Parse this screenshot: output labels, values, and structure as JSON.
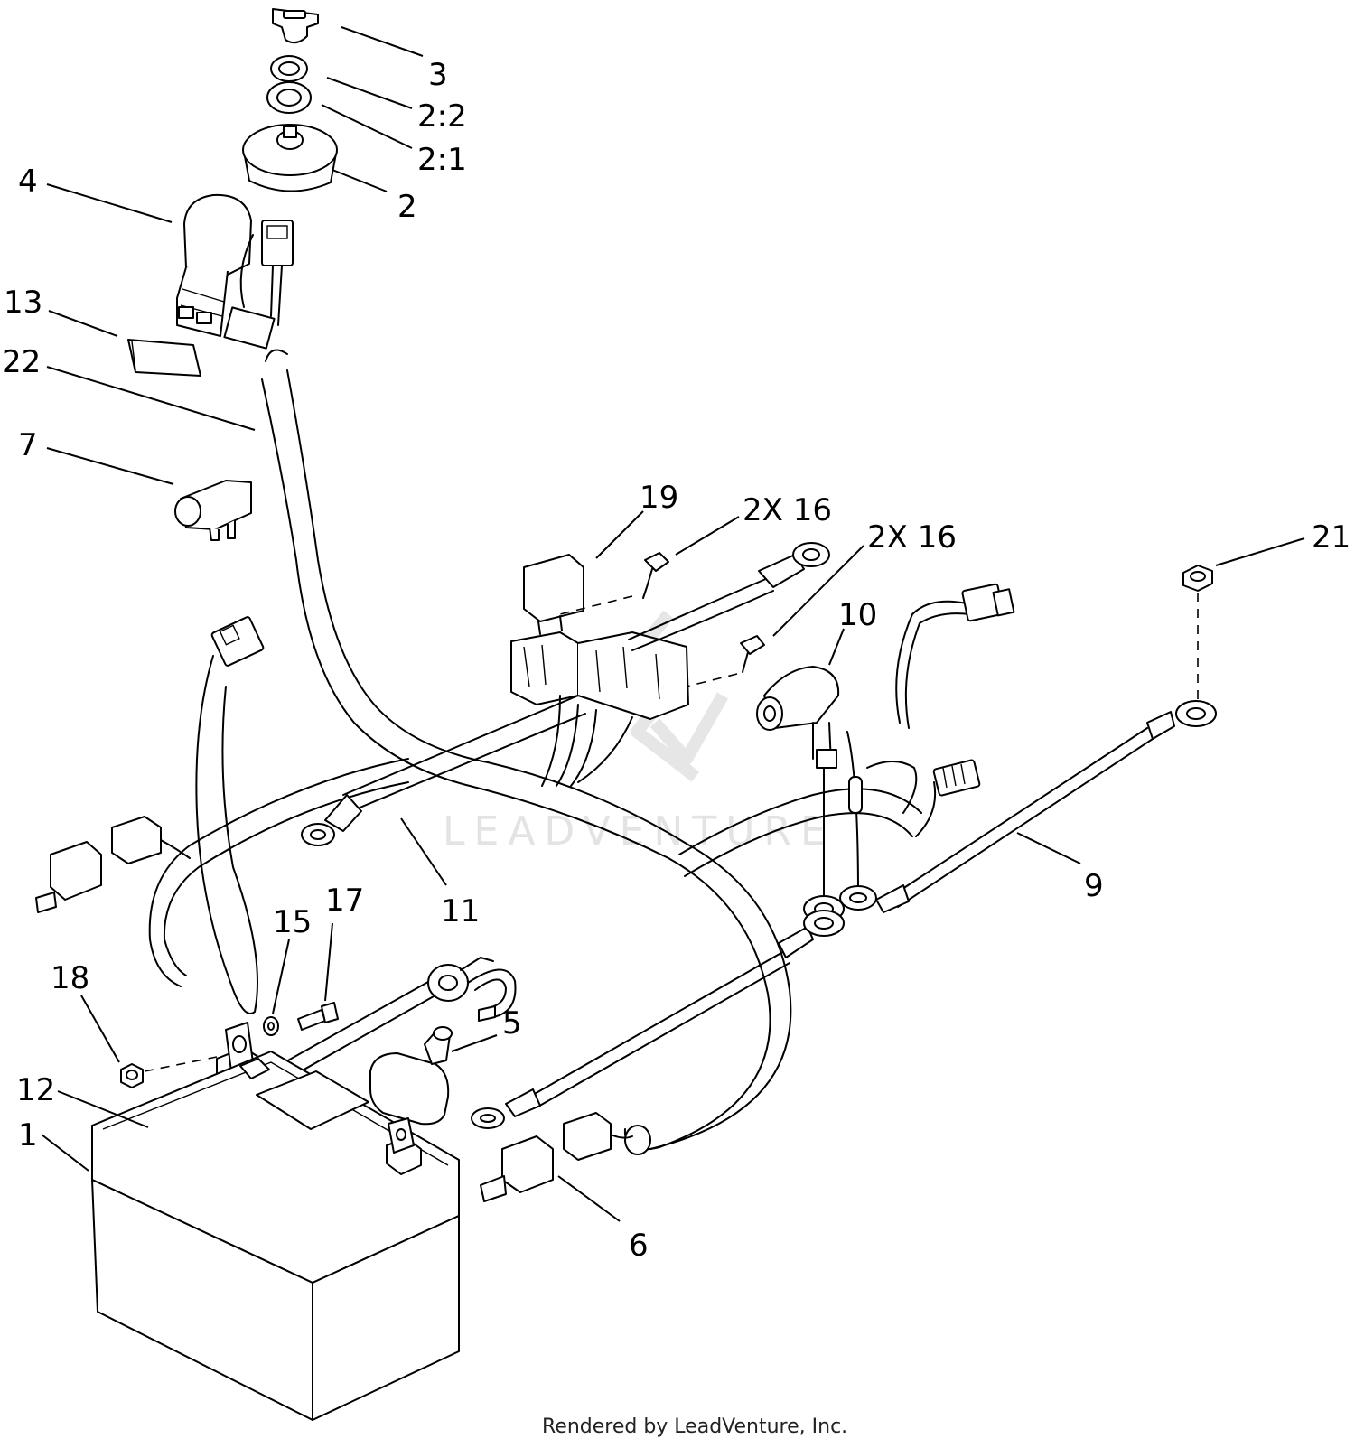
{
  "callouts": [
    {
      "id": "3",
      "text": "3"
    },
    {
      "id": "2-2",
      "text": "2:2"
    },
    {
      "id": "2-1",
      "text": "2:1"
    },
    {
      "id": "2",
      "text": "2"
    },
    {
      "id": "4",
      "text": "4"
    },
    {
      "id": "13",
      "text": "13"
    },
    {
      "id": "22",
      "text": "22"
    },
    {
      "id": "7",
      "text": "7"
    },
    {
      "id": "19",
      "text": "19"
    },
    {
      "id": "16a",
      "text": "2X 16"
    },
    {
      "id": "16b",
      "text": "2X 16"
    },
    {
      "id": "10",
      "text": "10"
    },
    {
      "id": "21",
      "text": "21"
    },
    {
      "id": "9",
      "text": "9"
    },
    {
      "id": "11",
      "text": "11"
    },
    {
      "id": "15",
      "text": "15"
    },
    {
      "id": "17",
      "text": "17"
    },
    {
      "id": "18",
      "text": "18"
    },
    {
      "id": "5",
      "text": "5"
    },
    {
      "id": "12",
      "text": "12"
    },
    {
      "id": "1",
      "text": "1"
    },
    {
      "id": "6",
      "text": "6"
    }
  ],
  "watermark": {
    "text": "LEADVENTURE"
  },
  "footer": {
    "text": "Rendered by LeadVenture, Inc."
  }
}
